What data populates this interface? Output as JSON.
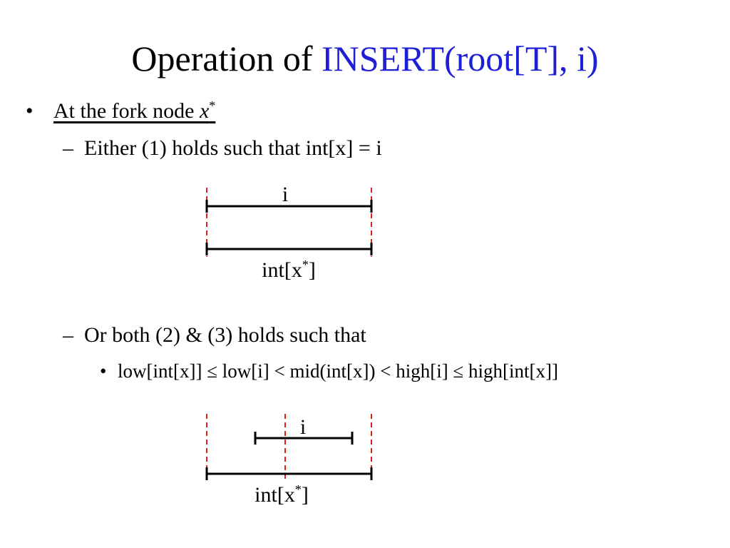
{
  "title": {
    "prefix": "Operation of ",
    "accent": "INSERT(root[T], i)",
    "accent_color": "#1f1fd6"
  },
  "bullets": {
    "b1": {
      "marker": "•",
      "text": "At the fork node ",
      "var": "x",
      "sup": "*"
    },
    "b1_1": {
      "marker": "–",
      "text": "Either (1) holds such that int[x] = i"
    },
    "b1_2": {
      "marker": "–",
      "text": "Or both (2) & (3) holds such that"
    },
    "b1_2_1": {
      "marker": "•",
      "text": "low[int[x]] ≤ low[i] < mid(int[x]) < high[i] ≤ high[int[x]]"
    }
  },
  "diagram1": {
    "top_label": "i",
    "bottom_label": "int[x",
    "bottom_sup": "*",
    "bottom_close": "]"
  },
  "diagram2": {
    "top_label": "i",
    "bottom_label": "int[x",
    "bottom_sup": "*",
    "bottom_close": "]"
  },
  "colors": {
    "text": "#000000",
    "dashed_guide": "#e02020"
  }
}
